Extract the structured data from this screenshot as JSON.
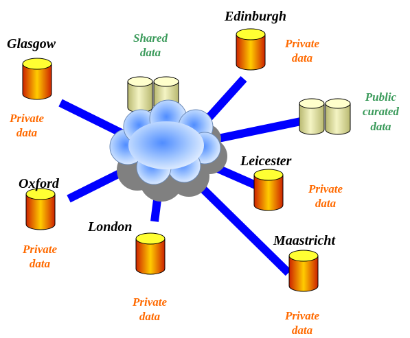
{
  "colors": {
    "link": "#0000ff",
    "private_text": "#ff6a00",
    "shared_text": "#3a9a5a",
    "site_text": "#000000",
    "private_db_top": "#ffff33",
    "private_db_body_center": "#ffcc00",
    "private_db_body_edge": "#cc2200",
    "shared_db_top": "#ffffcc",
    "shared_db_body": "#d8d890",
    "cloud_fill": "#8ab8ff",
    "cloud_shadow": "#808080"
  },
  "icons": {
    "private_store": "cylinder-database-icon",
    "shared_store": "twin-cylinder-database-icon",
    "network": "cloud-icon"
  },
  "sites": {
    "glasgow": {
      "name": "Glasgow",
      "data_line1": "Private",
      "data_line2": "data"
    },
    "edinburgh": {
      "name": "Edinburgh",
      "data_line1": "Private",
      "data_line2": "data"
    },
    "oxford": {
      "name": "Oxford",
      "data_line1": "Private",
      "data_line2": "data"
    },
    "london": {
      "name": "London",
      "data_line1": "Private",
      "data_line2": "data"
    },
    "leicester": {
      "name": "Leicester",
      "data_line1": "Private",
      "data_line2": "data"
    },
    "maastricht": {
      "name": "Maastricht",
      "data_line1": "Private",
      "data_line2": "data"
    }
  },
  "shared": {
    "line1": "Shared",
    "line2": "data"
  },
  "public": {
    "line1": "Public",
    "line2": "curated",
    "line3": "data"
  }
}
